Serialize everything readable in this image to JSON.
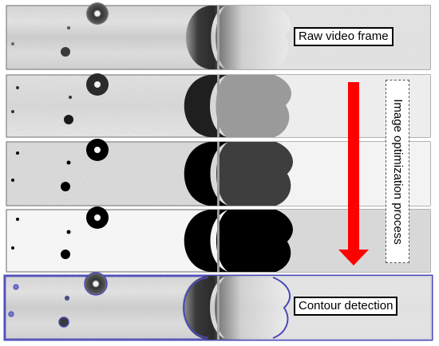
{
  "labels": {
    "raw": "Raw video frame",
    "process": "Image optimization process",
    "contour": "Contour detection"
  },
  "colors": {
    "arrow": "#ff0000",
    "contour": "#4a4ab8",
    "frame_border": "#555555"
  }
}
